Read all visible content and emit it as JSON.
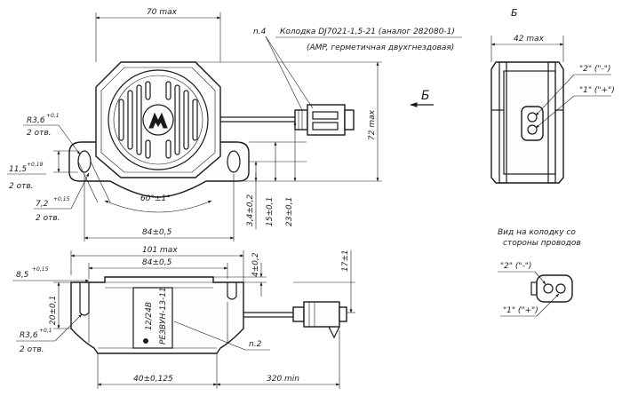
{
  "top_view": {
    "width_dim": "70 max",
    "callout_n4": "n.4",
    "connector_note_1": "Колодка DJ7021-1,5-21 (аналог 282080-1)",
    "connector_note_2": "(AMP, герметичная двухгнездовая)",
    "height_dim": "72 max",
    "radius_dim": "R3,6",
    "radius_tol": "+0,1",
    "radius_count": "2 отв.",
    "hole_dim": "11,5",
    "hole_tol": "+0,18",
    "hole_count": "2 отв.",
    "slot_dim": "7,2",
    "slot_tol": "+0,15",
    "slot_count": "2 отв.",
    "angle_dim": "60°±1°",
    "base_dim": "84±0,5",
    "dim_3_4": "3,4±0,2",
    "dim_15": "15±0,1",
    "dim_23": "23±0,1",
    "view_arrow_label": "Б"
  },
  "view_b": {
    "title": "Б",
    "width_dim": "42 max",
    "pin2_label": "\"2\" (\"-\")",
    "pin1_label": "\"1\" (\"+\")"
  },
  "plug_view": {
    "title_1": "Вид на колодку со",
    "title_2": "стороны проводов",
    "pin2_label": "\"2\" (\"-\")",
    "pin1_label": "\"1\" (\"+\")"
  },
  "front_view": {
    "total_width": "101 max",
    "inner_width": "84±0,5",
    "slot_dim": "8,5",
    "slot_tol": "+0,15",
    "dim_4": "4±0,2",
    "dim_17": "17±1",
    "height_dim": "20±0,1",
    "radius_dim": "R3,6",
    "radius_tol": "+0,1",
    "radius_count": "2 отв.",
    "label_model": "РЕЗВУН-13-11",
    "label_voltage": "12/24В",
    "callout_n2": "n.2",
    "bottom_dim": "40±0,125",
    "cable_len": "320 min"
  }
}
